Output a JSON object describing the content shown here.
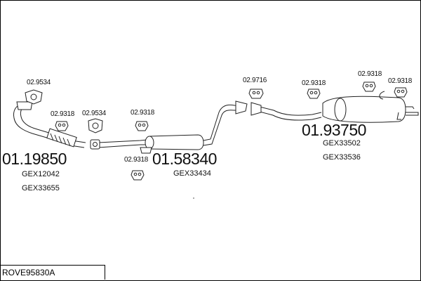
{
  "diagram_id": "ROVE95830A",
  "parts": [
    {
      "number": "01.19850",
      "refs": [
        "GEX12042",
        "GEX33655"
      ]
    },
    {
      "number": "01.58340",
      "refs": [
        "GEX33434"
      ]
    },
    {
      "number": "01.93750",
      "refs": [
        "GEX33502",
        "GEX33536"
      ]
    }
  ],
  "fittings": [
    "02.9534",
    "02.9318",
    "02.9534",
    "02.9318",
    "02.9318",
    "02.9716",
    "02.9318",
    "02.9318",
    "02.9318"
  ]
}
